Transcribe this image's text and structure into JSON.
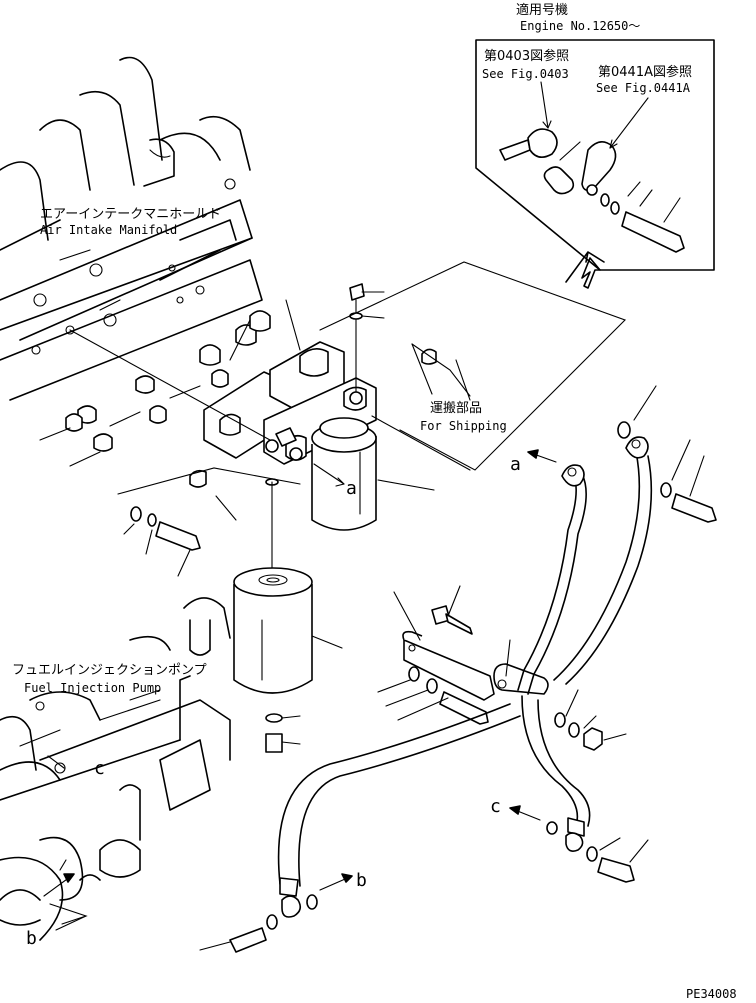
{
  "applicability": {
    "jp": "適用号機",
    "en": "Engine No.12650～"
  },
  "inset_refs": {
    "fig0403_jp": "第0403図参照",
    "fig0403_en": "See Fig.0403",
    "fig0441a_jp": "第0441A図参照",
    "fig0441a_en": "See Fig.0441A"
  },
  "labels": {
    "intake_jp": "エアーインテークマニホールド",
    "intake_en": "Air Intake Manifold",
    "shipping_jp": "運搬部品",
    "shipping_en": "For Shipping",
    "pump_jp": "フュエルインジェクションポンプ",
    "pump_en": "Fuel Injection Pump"
  },
  "refs": {
    "a": "a",
    "b": "b",
    "c": "c"
  },
  "drawing_no": "PE34008"
}
